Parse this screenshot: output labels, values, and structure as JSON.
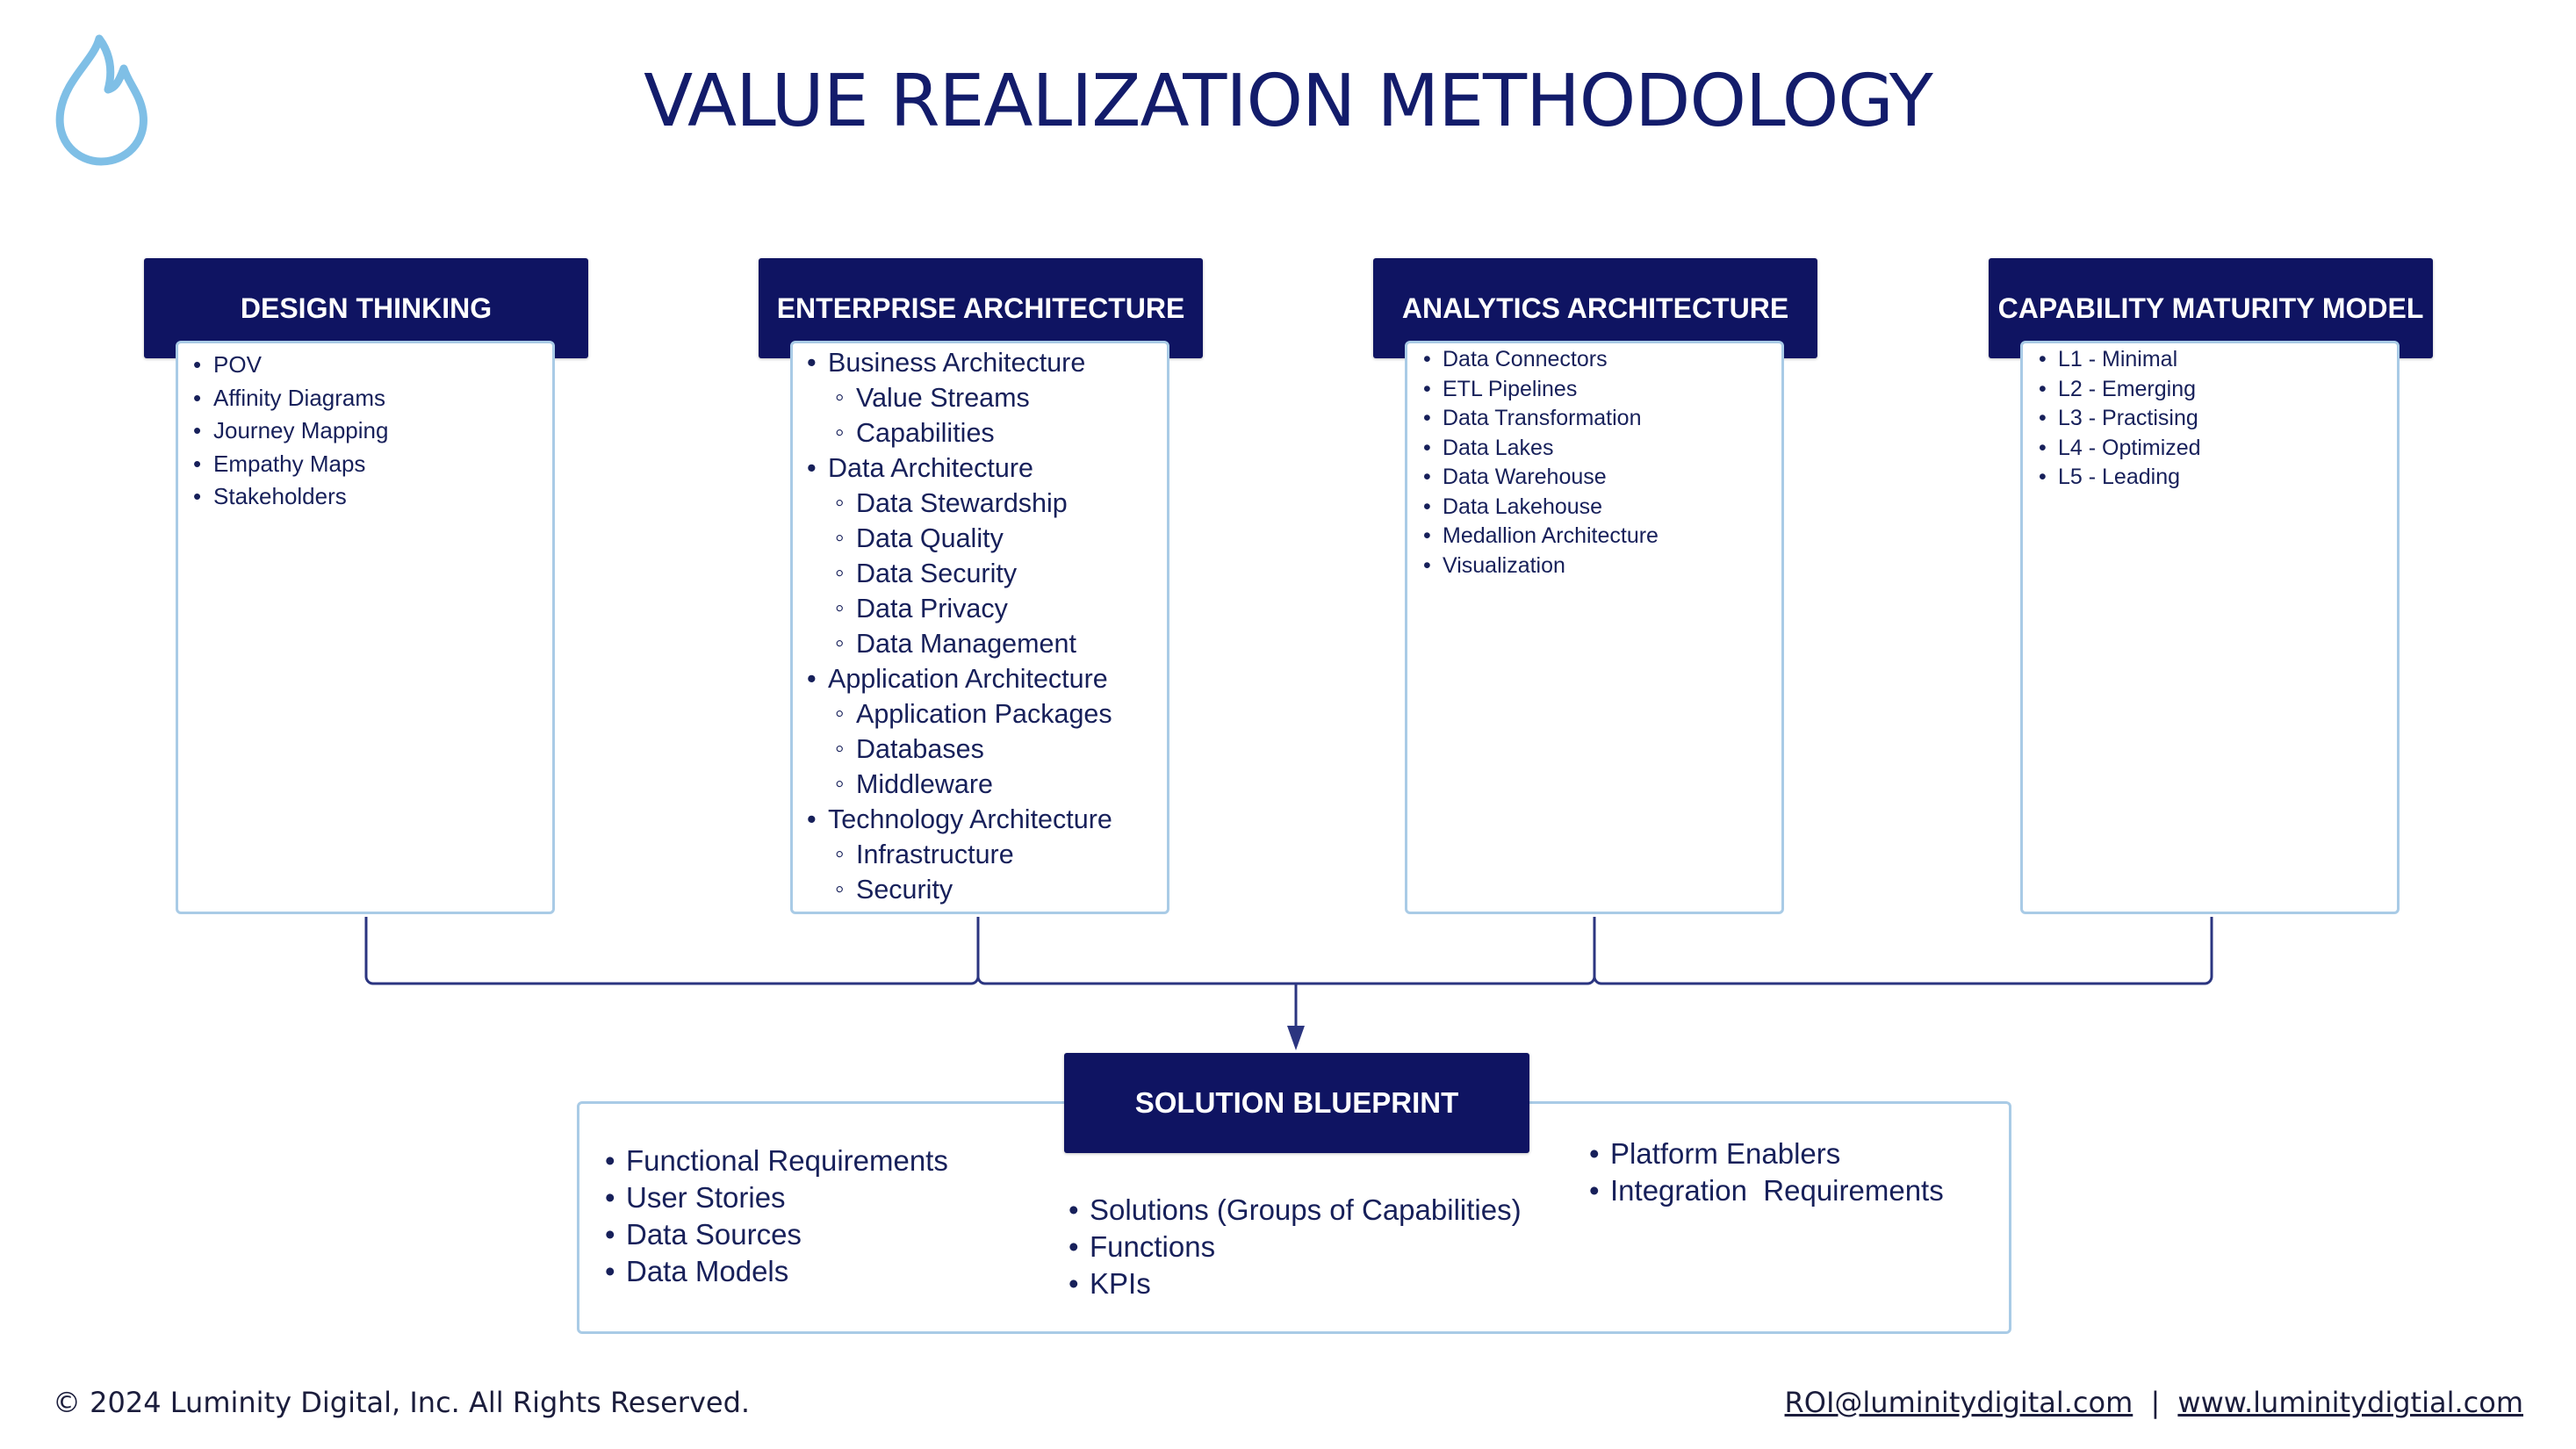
{
  "title": "VALUE REALIZATION METHODOLOGY",
  "colors": {
    "header_bg": "#0f1462",
    "box_border": "#a9cbe6",
    "title": "#131c6b",
    "connector": "#2b3580",
    "logo": "#7fbfe6"
  },
  "logo": {
    "icon": "flame-icon"
  },
  "columns": [
    {
      "title": "DESIGN THINKING",
      "items": [
        "POV",
        "Affinity Diagrams",
        "Journey Mapping",
        "Empathy Maps",
        "Stakeholders"
      ]
    },
    {
      "title": "ENTERPRISE ARCHITECTURE",
      "items": [
        {
          "text": "Business Architecture",
          "level": 1
        },
        {
          "text": "Value Streams",
          "level": 2
        },
        {
          "text": "Capabilities",
          "level": 2
        },
        {
          "text": "Data Architecture",
          "level": 1
        },
        {
          "text": "Data Stewardship",
          "level": 2
        },
        {
          "text": "Data Quality",
          "level": 2
        },
        {
          "text": "Data Security",
          "level": 2
        },
        {
          "text": "Data Privacy",
          "level": 2
        },
        {
          "text": "Data Management",
          "level": 2
        },
        {
          "text": "Application Architecture",
          "level": 1
        },
        {
          "text": "Application Packages",
          "level": 2
        },
        {
          "text": "Databases",
          "level": 2
        },
        {
          "text": "Middleware",
          "level": 2
        },
        {
          "text": "Technology Architecture",
          "level": 1
        },
        {
          "text": "Infrastructure",
          "level": 2
        },
        {
          "text": "Security",
          "level": 2
        }
      ]
    },
    {
      "title": "ANALYTICS ARCHITECTURE",
      "items": [
        "Data Connectors",
        "ETL Pipelines",
        "Data Transformation",
        "Data Lakes",
        "Data Warehouse",
        "Data Lakehouse",
        "Medallion Architecture",
        "Visualization"
      ]
    },
    {
      "title": "CAPABILITY MATURITY MODEL",
      "items": [
        "L1 - Minimal",
        "L2 - Emerging",
        "L3 - Practising",
        "L4 - Optimized",
        "L5 - Leading"
      ]
    }
  ],
  "blueprint": {
    "title": "SOLUTION BLUEPRINT",
    "left": [
      "Functional Requirements",
      "User Stories",
      "Data Sources",
      "Data Models"
    ],
    "center": [
      "Solutions (Groups of Capabilities)",
      "Functions",
      "KPIs"
    ],
    "right": [
      "Platform Enablers",
      "Integration  Requirements"
    ]
  },
  "footer": {
    "copyright": "© 2024 Luminity Digital, Inc. All Rights Reserved.",
    "email": "ROI@luminitydigital.com",
    "separator": "|",
    "website": "www.luminitydigtial.com"
  }
}
